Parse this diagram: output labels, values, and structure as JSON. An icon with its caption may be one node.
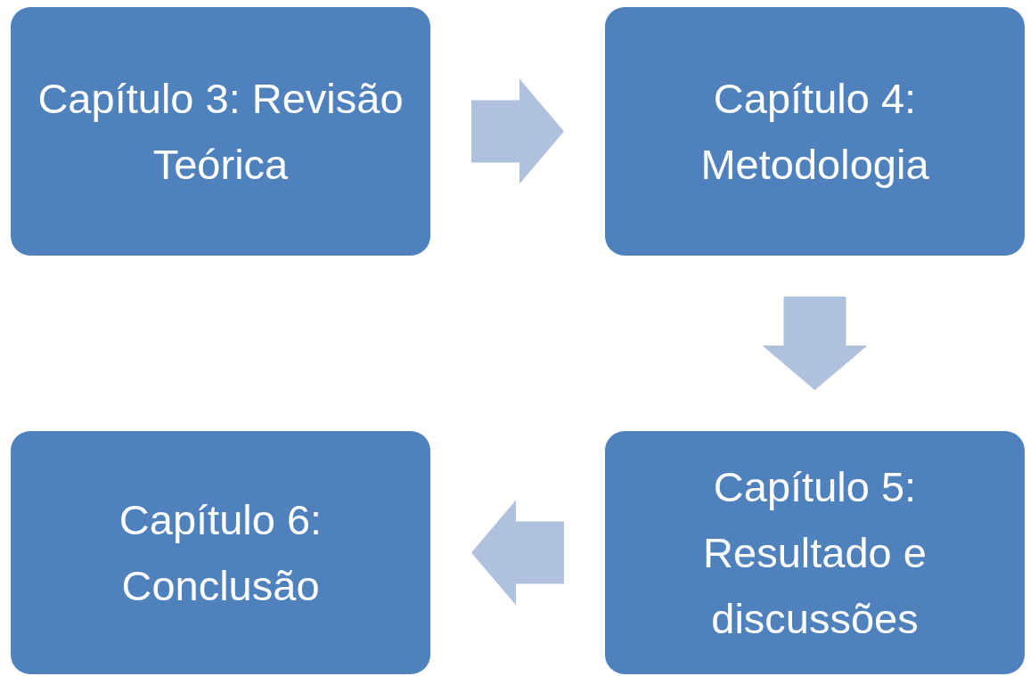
{
  "diagram": {
    "nodes": [
      {
        "text": [
          "Capítulo 3: Revisão Teórica"
        ]
      },
      {
        "text": [
          "Capítulo 4: Metodologia"
        ]
      },
      {
        "text": [
          "Capítulo 5: Resultado e discussões"
        ]
      },
      {
        "text": [
          "Capítulo 6: Conclusão"
        ]
      }
    ],
    "edges": [
      {
        "from": 0,
        "to": 1,
        "arrow": "to"
      },
      {
        "from": 1,
        "to": 2,
        "arrow": "to"
      },
      {
        "from": 2,
        "to": 3,
        "arrow": "to"
      }
    ]
  }
}
